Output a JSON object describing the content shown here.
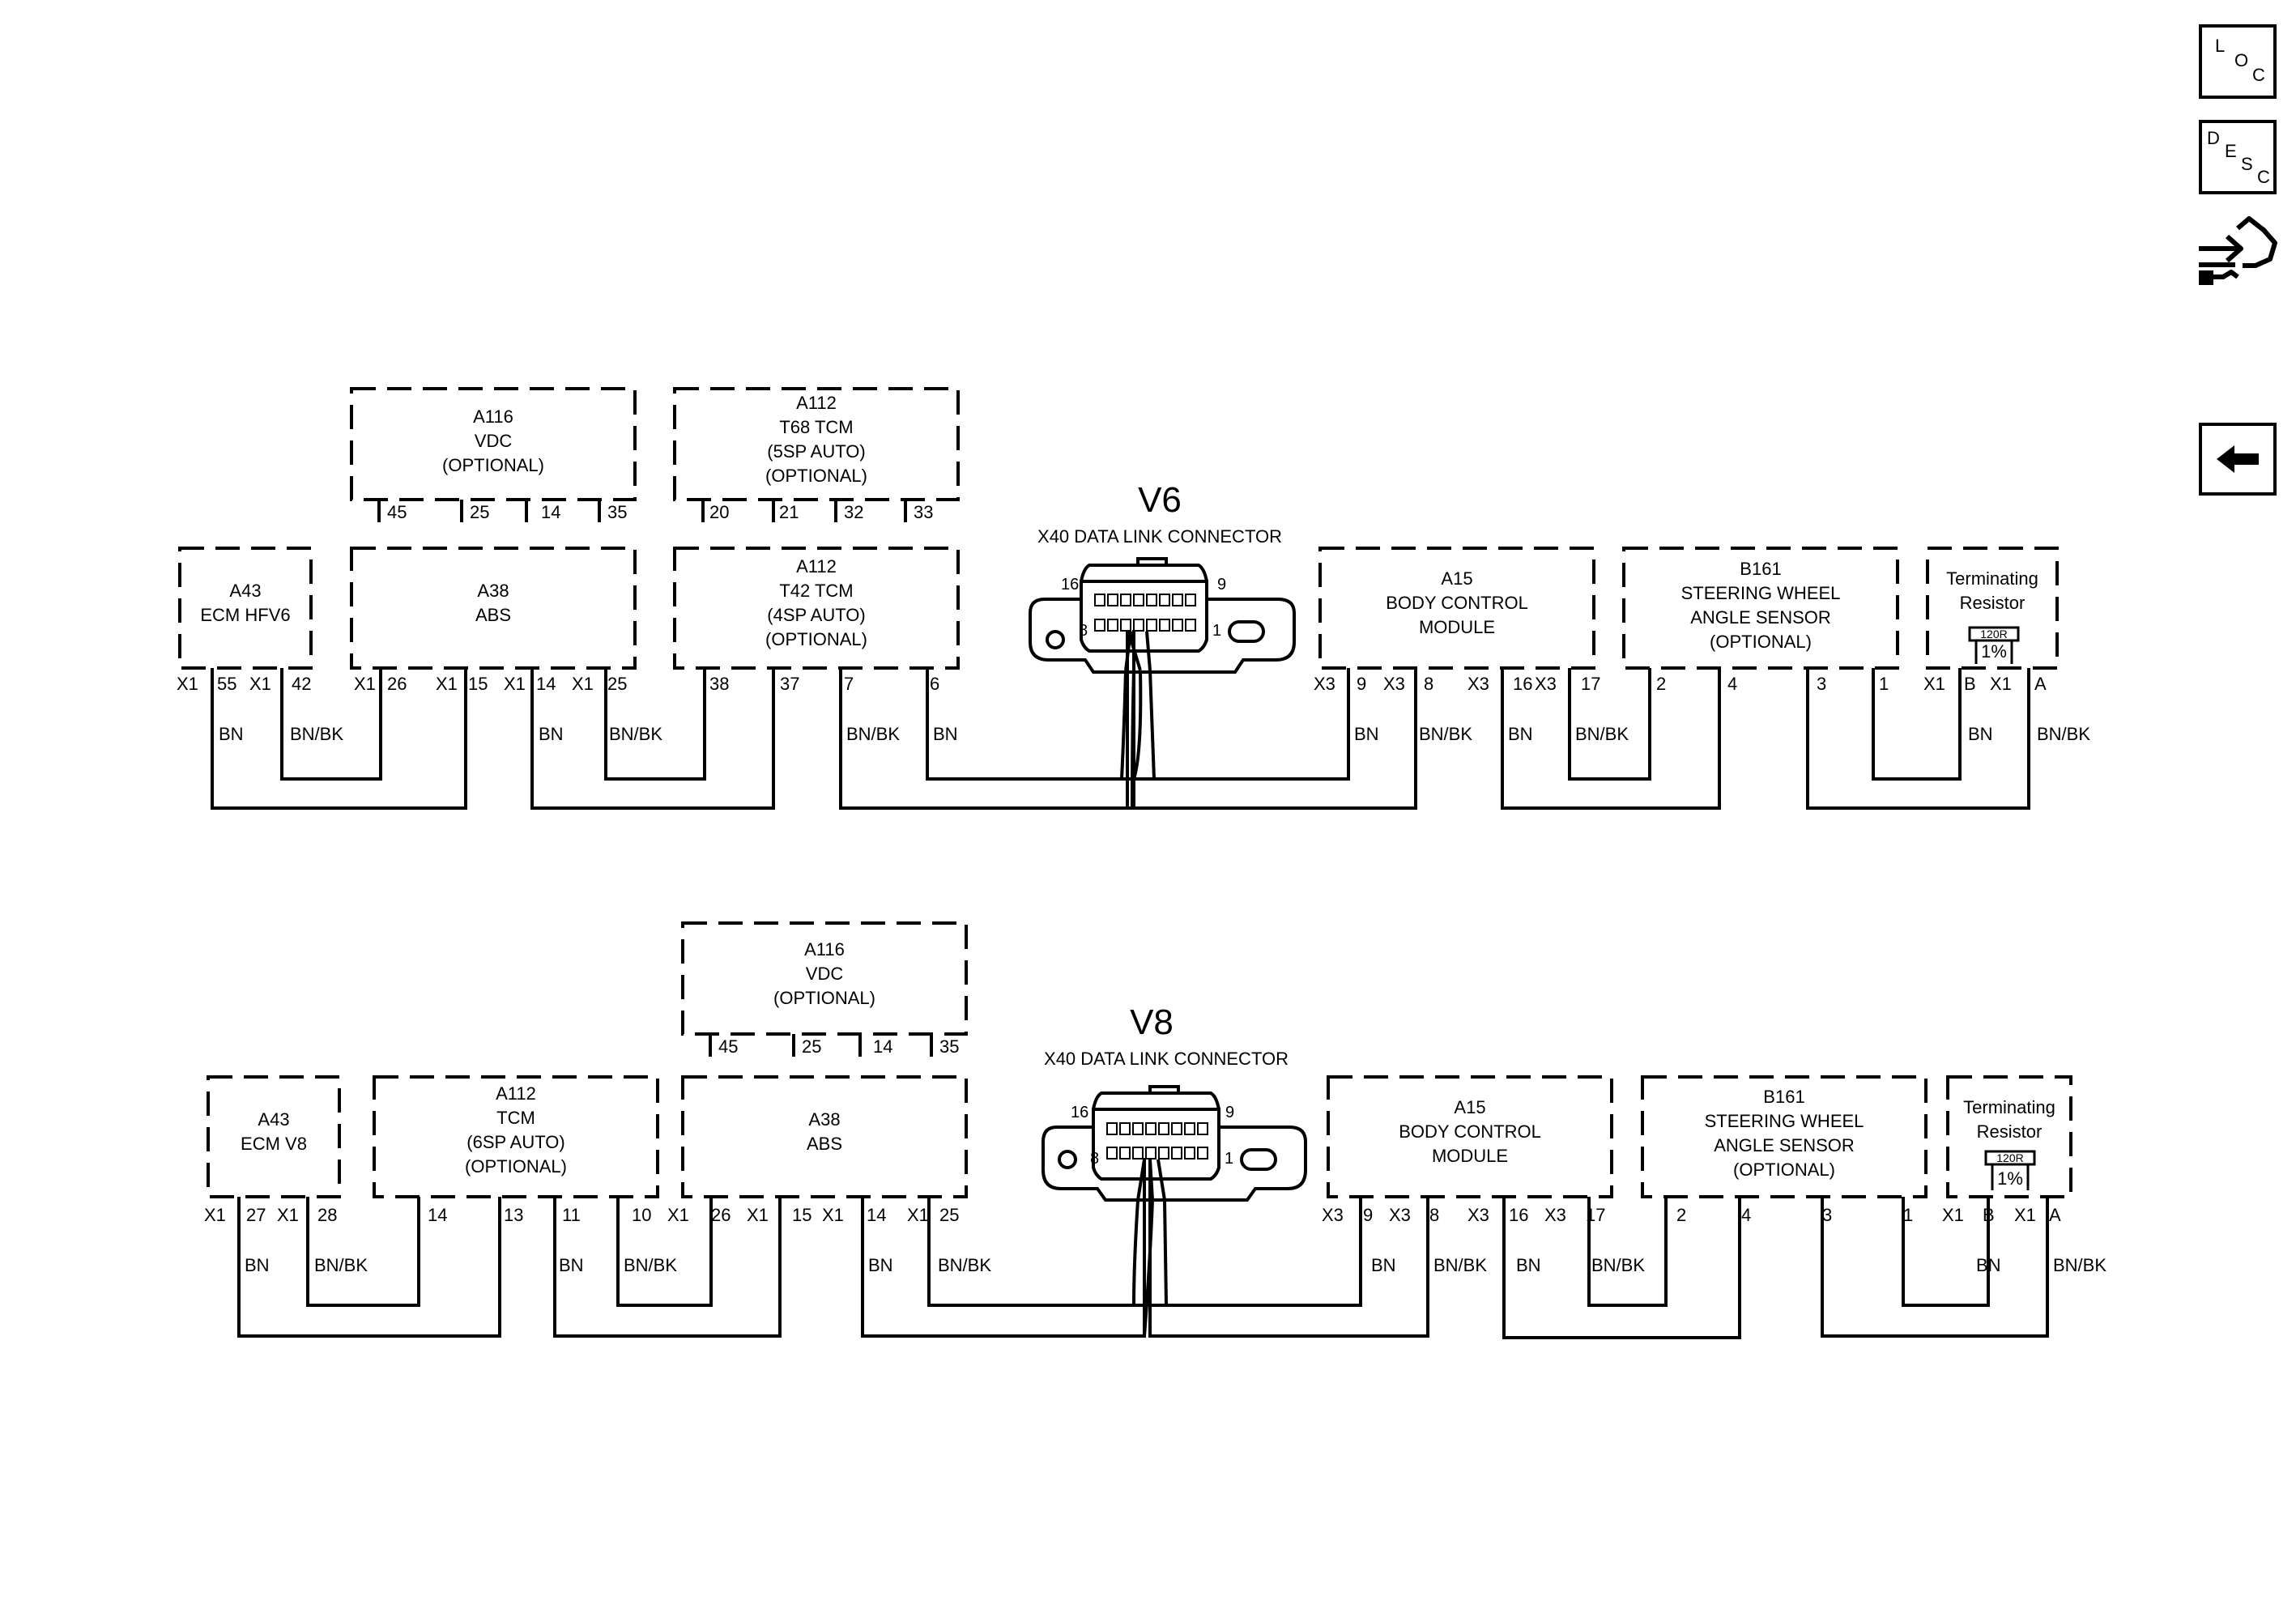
{
  "nav": {
    "loc": [
      "L",
      "O",
      "C"
    ],
    "desc": [
      "D",
      "E",
      "S",
      "C"
    ]
  },
  "v6": {
    "title": "V6",
    "connector_label": "X40 DATA LINK CONNECTOR",
    "connector_pins": {
      "p16": "16",
      "p9": "9",
      "p8": "8",
      "p1": "1"
    },
    "modules": {
      "a116": [
        "A116",
        "VDC",
        "(OPTIONAL)"
      ],
      "a116_pins": [
        "45",
        "25",
        "14",
        "35"
      ],
      "t68": [
        "A112",
        "T68 TCM",
        "(5SP AUTO)",
        "(OPTIONAL)"
      ],
      "t68_pins": [
        "20",
        "21",
        "32",
        "33"
      ],
      "a43": [
        "A43",
        "ECM HFV6"
      ],
      "a38": [
        "A38",
        "ABS"
      ],
      "t42": [
        "A112",
        "T42 TCM",
        "(4SP AUTO)",
        "(OPTIONAL)"
      ],
      "a15": [
        "A15",
        "BODY CONTROL",
        "MODULE"
      ],
      "b161": [
        "B161",
        "STEERING WHEEL",
        "ANGLE SENSOR",
        "(OPTIONAL)"
      ],
      "term": [
        "Terminating",
        "Resistor"
      ],
      "resistor_value": "120R",
      "tolerance": "1%"
    },
    "pins": [
      "X1",
      "55",
      "X1",
      "42",
      "X1",
      "26",
      "X1",
      "15",
      "X1",
      "14",
      "X1",
      "25",
      "38",
      "37",
      "7",
      "6",
      "X3",
      "9",
      "X3",
      "8",
      "X3",
      "16",
      "X3",
      "17",
      "2",
      "4",
      "3",
      "1",
      "X1",
      "B",
      "X1",
      "A"
    ],
    "wires": [
      "BN",
      "BN/BK",
      "BN",
      "BN/BK",
      "BN/BK",
      "BN",
      "BN",
      "BN/BK",
      "BN",
      "BN/BK",
      "BN",
      "BN/BK"
    ]
  },
  "v8": {
    "title": "V8",
    "connector_label": "X40 DATA LINK CONNECTOR",
    "connector_pins": {
      "p16": "16",
      "p9": "9",
      "p8": "8",
      "p1": "1"
    },
    "modules": {
      "a116": [
        "A116",
        "VDC",
        "(OPTIONAL)"
      ],
      "a116_pins": [
        "45",
        "25",
        "14",
        "35"
      ],
      "a43": [
        "A43",
        "ECM V8"
      ],
      "tcm": [
        "A112",
        "TCM",
        "(6SP AUTO)",
        "(OPTIONAL)"
      ],
      "a38": [
        "A38",
        "ABS"
      ],
      "a15": [
        "A15",
        "BODY CONTROL",
        "MODULE"
      ],
      "b161": [
        "B161",
        "STEERING WHEEL",
        "ANGLE SENSOR",
        "(OPTIONAL)"
      ],
      "term": [
        "Terminating",
        "Resistor"
      ],
      "resistor_value": "120R",
      "tolerance": "1%"
    },
    "pins": [
      "X1",
      "27",
      "X1",
      "28",
      "14",
      "13",
      "11",
      "10",
      "X1",
      "26",
      "X1",
      "15",
      "X1",
      "14",
      "X1",
      "25",
      "X3",
      "9",
      "X3",
      "8",
      "X3",
      "16",
      "X3",
      "17",
      "2",
      "4",
      "3",
      "1",
      "X1",
      "B",
      "X1",
      "A"
    ],
    "wires": [
      "BN",
      "BN/BK",
      "BN",
      "BN/BK",
      "BN",
      "BN/BK",
      "BN",
      "BN/BK",
      "BN",
      "BN/BK",
      "BN",
      "BN/BK"
    ]
  }
}
